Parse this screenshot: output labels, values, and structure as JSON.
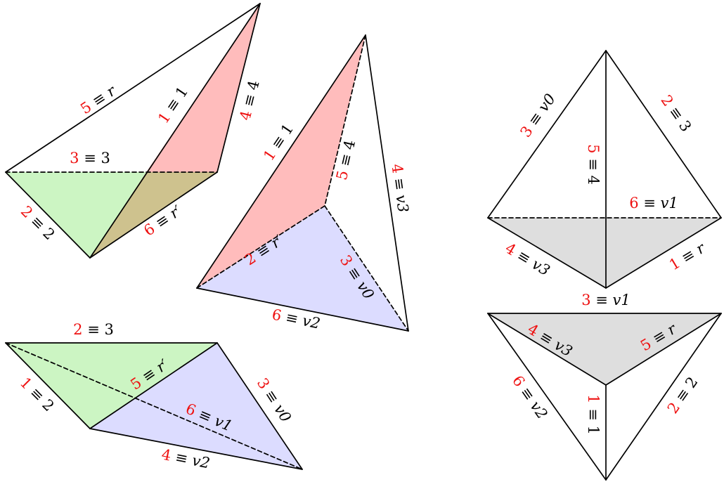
{
  "colors": {
    "red_face": "#ffbcbc",
    "green_face": "#ccf5c3",
    "blue_face": "#dcdcff",
    "overlap_face": "#cec28e",
    "gray_face": "#dedede",
    "number": "#ee1111",
    "line": "#000000"
  },
  "figures": {
    "top_left": {
      "labels": [
        {
          "n": "5",
          "rest": "r"
        },
        {
          "n": "1",
          "rest": "1"
        },
        {
          "n": "4",
          "rest": "4"
        },
        {
          "n": "3",
          "rest": "3"
        },
        {
          "n": "2",
          "rest": "2"
        },
        {
          "n": "6",
          "rest": "r′"
        }
      ]
    },
    "top_middle": {
      "labels": [
        {
          "n": "1",
          "rest": "1"
        },
        {
          "n": "5",
          "rest": "4"
        },
        {
          "n": "4",
          "rest": "v3"
        },
        {
          "n": "2",
          "rest": "r′"
        },
        {
          "n": "3",
          "rest": "v0"
        },
        {
          "n": "6",
          "rest": "v2"
        }
      ]
    },
    "bottom_left": {
      "labels": [
        {
          "n": "2",
          "rest": "3"
        },
        {
          "n": "1",
          "rest": "2"
        },
        {
          "n": "5",
          "rest": "r′"
        },
        {
          "n": "3",
          "rest": "v0"
        },
        {
          "n": "6",
          "rest": "v1"
        },
        {
          "n": "4",
          "rest": "v2"
        }
      ]
    },
    "right_top": {
      "labels": [
        {
          "n": "3",
          "rest": "v0"
        },
        {
          "n": "2",
          "rest": "3"
        },
        {
          "n": "5",
          "rest": "4"
        },
        {
          "n": "6",
          "rest": "v1"
        },
        {
          "n": "4",
          "rest": "v3"
        },
        {
          "n": "1",
          "rest": "r"
        },
        {
          "n": "3",
          "rest": "v1"
        }
      ]
    },
    "right_bottom": {
      "labels": [
        {
          "n": "4",
          "rest": "v3"
        },
        {
          "n": "5",
          "rest": "r"
        },
        {
          "n": "6",
          "rest": "v2"
        },
        {
          "n": "1",
          "rest": "1"
        },
        {
          "n": "2",
          "rest": "2"
        }
      ]
    }
  }
}
